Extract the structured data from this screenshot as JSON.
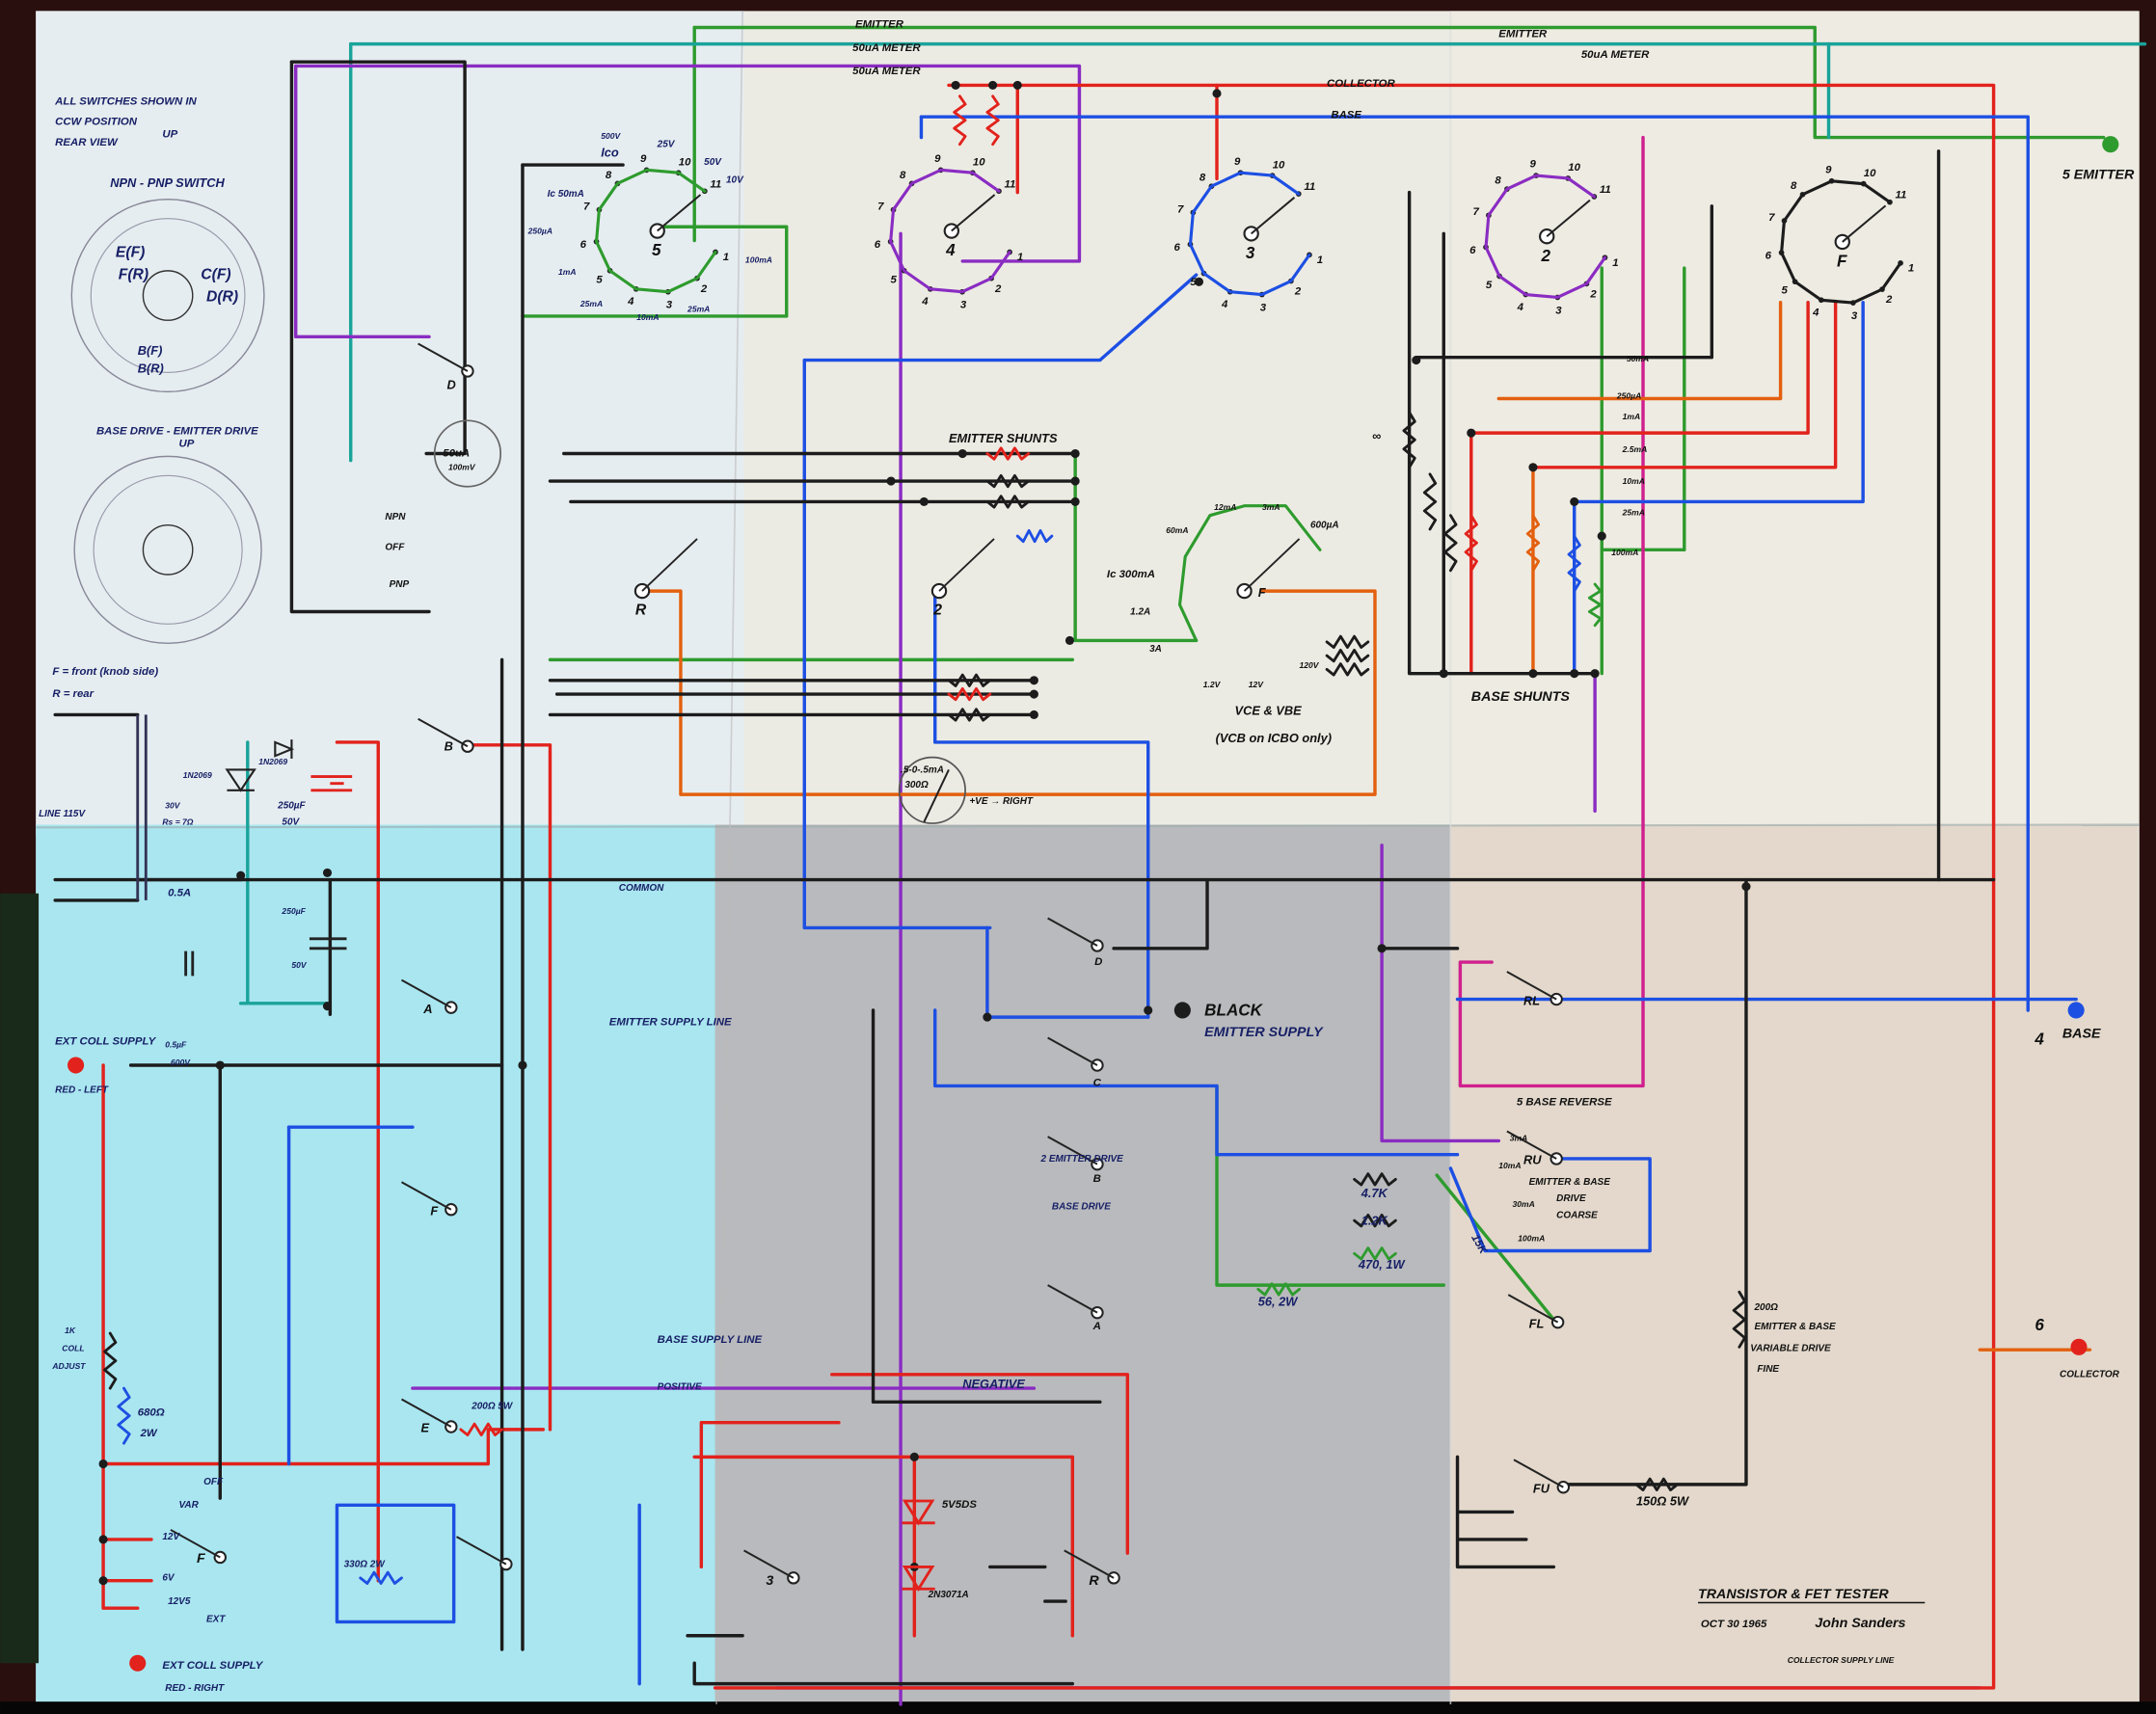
{
  "title_block": {
    "title": "TRANSISTOR & FET TESTER",
    "date": "OCT 30 1965",
    "signature": "John Sanders",
    "collector_supply_line": "COLLECTOR SUPPLY LINE"
  },
  "notes": {
    "line1": "ALL SWITCHES SHOWN IN",
    "line2": "CCW POSITION",
    "line3": "REAR VIEW",
    "up": "UP",
    "npn_pnp_switch": "NPN - PNP SWITCH",
    "e_f": "E(F)",
    "f_r": "F(R)",
    "c_f": "C(F)",
    "d_r": "D(R)",
    "b_f": "B(F)",
    "b_r": "B(R)",
    "drive_switch": "BASE DRIVE - EMITTER DRIVE",
    "up2": "UP",
    "legend_f": "F = front (knob side)",
    "legend_r": "R = rear"
  },
  "buses": {
    "emitter_l": "EMITTER",
    "meter1_l": "50uA METER",
    "meter2_l": "50uA METER",
    "emitter_r": "EMITTER",
    "meter_r": "50uA METER",
    "collector": "COLLECTOR",
    "base": "BASE",
    "common": "COMMON",
    "emitter_supply_line": "EMITTER SUPPLY LINE",
    "base_supply_line": "BASE SUPPLY LINE",
    "positive": "POSITIVE",
    "negative": "NEGATIVE"
  },
  "terminals": {
    "emitter": "5 EMITTER",
    "base_num": "4",
    "base": "BASE",
    "collector_num": "6",
    "collector": "COLLECTOR",
    "black": "BLACK",
    "emitter_supply": "EMITTER SUPPLY",
    "ext_coll_left": "EXT COLL SUPPLY",
    "red_left": "RED - LEFT",
    "ext_coll_right": "EXT COLL SUPPLY",
    "red_right": "RED - RIGHT"
  },
  "power_supply": {
    "line": "LINE 115V",
    "secondary": "30V",
    "rs": "Rs = 7Ω",
    "diode1": "1N2069",
    "diode2": "1N2069",
    "cap1_value": "250µF",
    "cap1_volt": "50V",
    "fuse": "0.5A",
    "cap2_value": "250µF",
    "cap2_volt": "50V",
    "cap3_value": "0.5µF",
    "cap3_volt": "600V"
  },
  "collector_supply": {
    "pot": "1K",
    "pot2": "COLL",
    "pot3": "ADJUST",
    "res": "680Ω",
    "res_w": "2W",
    "off": "OFF",
    "var": "VAR",
    "v12": "12V",
    "v6": "6V",
    "v12s": "12V5",
    "ext": "EXT",
    "res200": "200Ω 5W",
    "res330": "330Ω 2W"
  },
  "zeners": {
    "z1": "5V5DS",
    "z2": "2N3071A"
  },
  "meter": {
    "range": "50uA",
    "mv": "100mV",
    "npn": "NPN",
    "off": "OFF",
    "pnp": "PNP",
    "null_range": ".5-0-.5mA",
    "null_res": "300Ω",
    "direction": "+VE → RIGHT"
  },
  "ico_switch": {
    "v500": "500V",
    "ico": "Ico",
    "v25": "25V",
    "v50": "50V",
    "v10": "10V",
    "ic50": "Ic 50mA",
    "ua250": "250µA",
    "ma1": "1mA",
    "ma25a": "25mA",
    "ma10": "10mA",
    "ma25b": "25mA",
    "ma100": "100mA"
  },
  "emitter_shunts": {
    "title": "EMITTER SHUNTS",
    "ic300": "Ic 300mA",
    "a12": "1.2A",
    "a3": "3A",
    "ma60": "60mA",
    "ma12": "12mA",
    "ma3": "3mA",
    "ua600": "600µA",
    "v12a": "1.2V",
    "v12b": "12V",
    "v120": "120V",
    "vce": "VCE & VBE",
    "vcb": "(VCB on ICBO only)",
    "inf": "∞"
  },
  "base_shunts": {
    "title": "BASE SHUNTS",
    "ranges": [
      "50mA",
      "250µA",
      "1mA",
      "2.5mA",
      "10mA",
      "25mA",
      "100mA"
    ]
  },
  "drive": {
    "emitter_drive": "2 EMITTER DRIVE",
    "base_drive": "BASE DRIVE",
    "r47k": "4.7K",
    "r12k": "1.2K",
    "r470": "470, 1W",
    "r56": "56, 2W",
    "r15k": "15K",
    "base_reverse": "5 BASE REVERSE",
    "coarse1": "EMITTER & BASE",
    "coarse2": "DRIVE",
    "coarse3": "COARSE",
    "ma3": "3mA",
    "ma10": "10mA",
    "ma30": "30mA",
    "ma100": "100mA",
    "fine1": "200Ω",
    "fine2": "EMITTER & BASE",
    "fine3": "VARIABLE DRIVE",
    "fine4": "FINE",
    "r150": "150Ω 5W"
  },
  "switch_labels": {
    "D": "D",
    "B": "B",
    "A": "A",
    "F": "F",
    "E": "E",
    "F2": "F",
    "R": "R",
    "S2": "2",
    "SF": "F",
    "Dm": "D",
    "Cm": "C",
    "Bm": "B",
    "Am": "A",
    "RL": "RL",
    "RU": "RU",
    "FL": "FL",
    "FU": "FU",
    "Rb": "R",
    "S3b": "3"
  },
  "rotary_switches": [
    {
      "center": "5",
      "contacts": [
        "1",
        "2",
        "3",
        "4",
        "5",
        "6",
        "7",
        "8",
        "9",
        "10",
        "11"
      ]
    },
    {
      "center": "4",
      "contacts": [
        "1",
        "2",
        "3",
        "4",
        "5",
        "6",
        "7",
        "8",
        "9",
        "10",
        "11"
      ]
    },
    {
      "center": "3",
      "contacts": [
        "1",
        "2",
        "3",
        "4",
        "5",
        "6",
        "7",
        "8",
        "9",
        "10",
        "11"
      ]
    },
    {
      "center": "2",
      "contacts": [
        "1",
        "2",
        "3",
        "4",
        "5",
        "6",
        "7",
        "8",
        "9",
        "10",
        "11"
      ]
    },
    {
      "center": "F",
      "contacts": [
        "1",
        "2",
        "3",
        "4",
        "5",
        "6",
        "7",
        "8",
        "9",
        "10",
        "11"
      ]
    }
  ],
  "colors": {
    "black": "#1c1c1c",
    "red": "#e2221c",
    "blue": "#1d4fe3",
    "green": "#2e9b2e",
    "purple": "#8a2cc2",
    "teal": "#1aa39a",
    "orange": "#e3600f",
    "magenta": "#d0208e",
    "ink": "#172066",
    "paper": "#ecebe3",
    "cyan_paper": "#a9e6f0"
  }
}
